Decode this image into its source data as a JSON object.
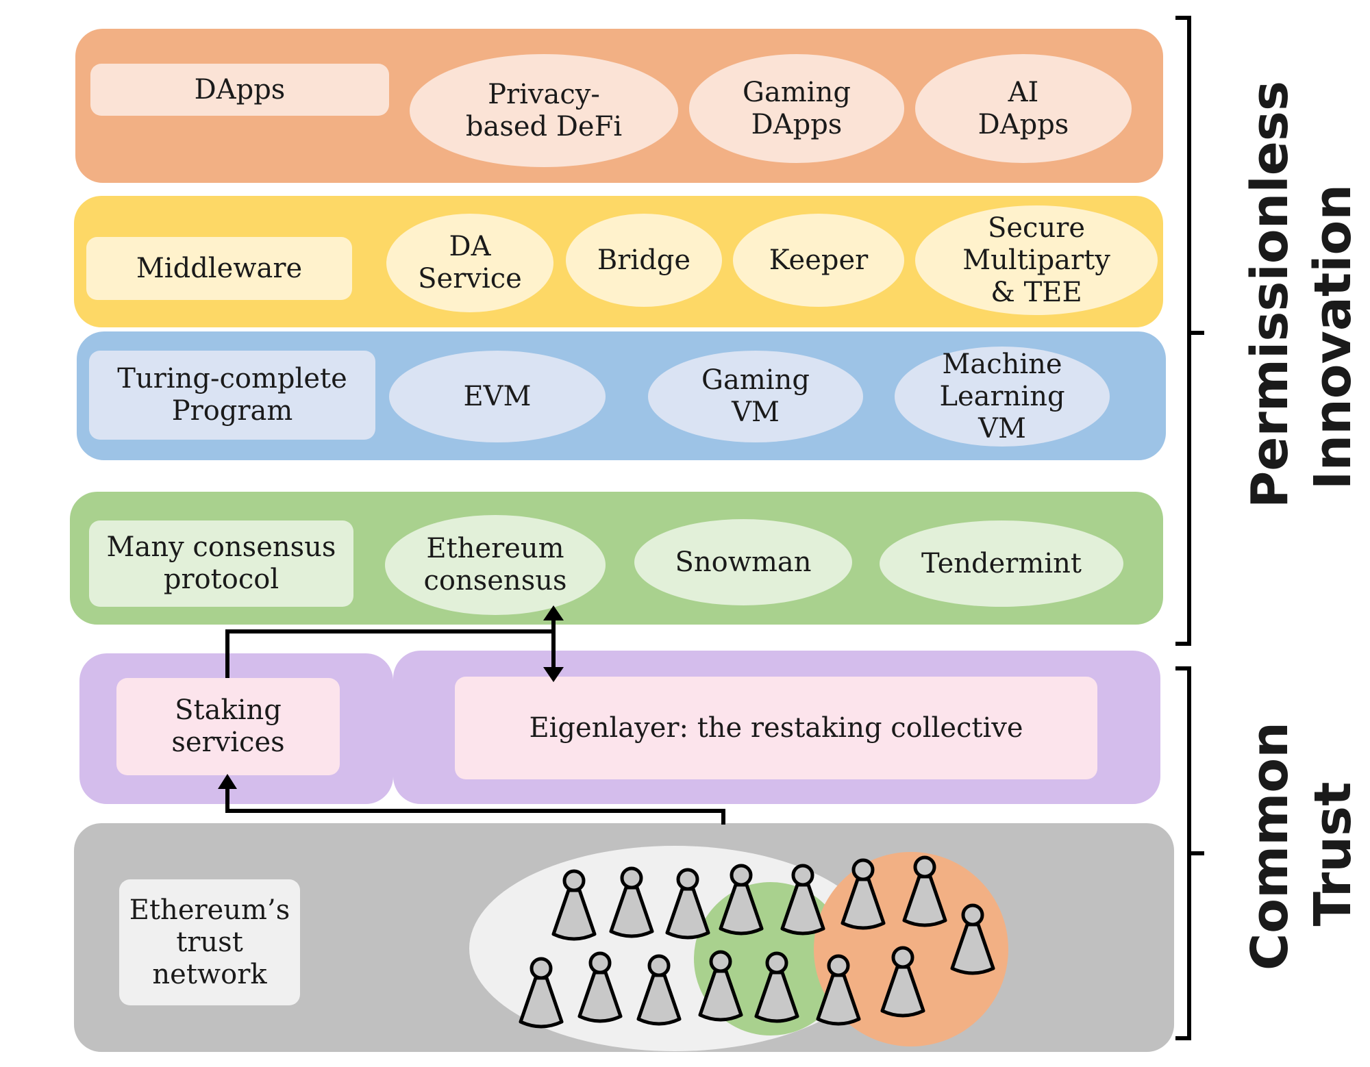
{
  "layers": {
    "dapps": {
      "label": "DApps",
      "items": [
        "Privacy-\nbased DeFi",
        "Gaming\nDApps",
        "AI\nDApps"
      ],
      "color": "#f2b084",
      "inner_color": "#fbe3d6"
    },
    "middleware": {
      "label": "Middleware",
      "items": [
        "DA\nService",
        "Bridge",
        "Keeper",
        "Secure\nMultiparty\n& TEE"
      ],
      "color": "#fdd866",
      "inner_color": "#fff2cc"
    },
    "execution": {
      "label": "Turing-complete\nProgram",
      "items": [
        "EVM",
        "Gaming\nVM",
        "Machine\nLearning\nVM"
      ],
      "color": "#9dc3e6",
      "inner_color": "#dae3f3"
    },
    "consensus": {
      "label": "Many consensus\nprotocol",
      "items": [
        "Ethereum\nconsensus",
        "Snowman",
        "Tendermint"
      ],
      "color": "#a9d18e",
      "inner_color": "#e2f0d9"
    },
    "restaking": {
      "staking_label": "Staking\nservices",
      "eigen_label": "Eigenlayer: the restaking collective",
      "color": "#d4bdec",
      "inner_color": "#fce4ec"
    },
    "trust": {
      "label": "Ethereum’s\ntrust\nnetwork",
      "color": "#c0c0c0",
      "inner_color": "#f0f0f0",
      "green_group_color": "#a9d18e",
      "orange_group_color": "#f2b084"
    }
  },
  "side_labels": {
    "top": "Permissionless\nInnovation",
    "bottom": "Common\nTrust"
  },
  "icons": {
    "person": "validator-person-icon",
    "arrow": "arrow-icon"
  }
}
